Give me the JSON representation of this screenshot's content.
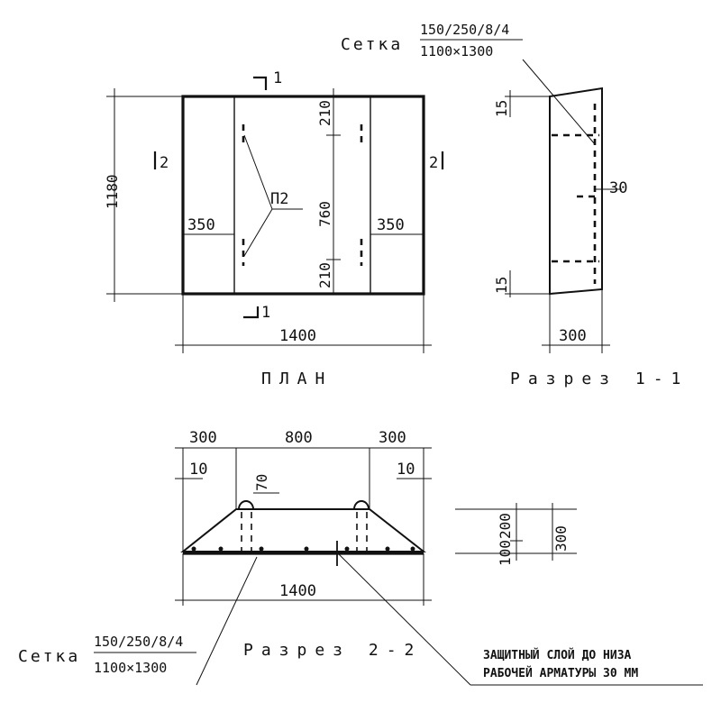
{
  "plan": {
    "title": "ПЛАН",
    "dim_height": "1180",
    "dim_width": "1400",
    "dim_left": "350",
    "dim_right": "350",
    "dim_top_seg": "210",
    "dim_mid_seg": "760",
    "dim_bot_seg": "210",
    "marker_label": "П2",
    "section_1_top": "1",
    "section_1_bottom": "1",
    "section_2_left": "2",
    "section_2_right": "2"
  },
  "section_1_1": {
    "title": "Разрез 1-1",
    "dim_top": "15",
    "dim_bottom": "15",
    "dim_side": "30",
    "dim_width": "300"
  },
  "section_2_2": {
    "title": "Разрез 2-2",
    "dim_left": "300",
    "dim_mid": "800",
    "dim_right": "300",
    "dim_left_offset": "10",
    "dim_right_offset": "10",
    "dim_loop": "70",
    "dim_total": "1400",
    "dim_h1": "100",
    "dim_h2": "200",
    "dim_h_total": "300"
  },
  "mesh_top": {
    "label": "Сетка",
    "numerator": "150/250/8/4",
    "denominator": "1100×1300"
  },
  "mesh_bottom": {
    "label": "Сетка",
    "numerator": "150/250/8/4",
    "denominator": "1100×1300"
  },
  "note": {
    "line1": "ЗАЩИТНЫЙ СЛОЙ ДО НИЗА",
    "line2": "РАБОЧЕЙ АРМАТУРЫ 30 ММ"
  }
}
